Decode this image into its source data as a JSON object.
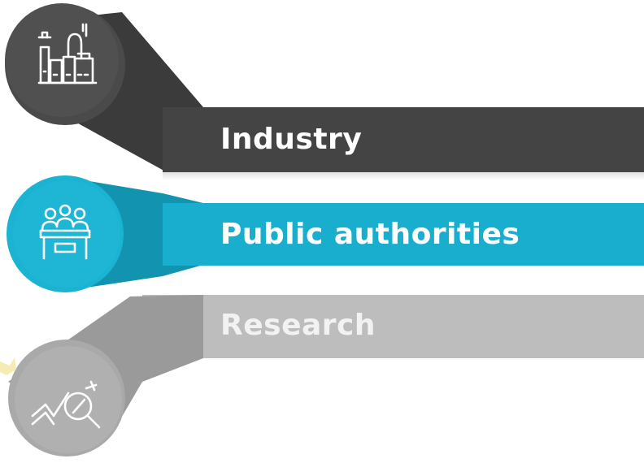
{
  "items": [
    {
      "label": "Industry",
      "icon": "factory-icon",
      "band_color": "#444444",
      "text_color": "#ffffff"
    },
    {
      "label": "Public authorities",
      "icon": "officials-at-desk-icon",
      "band_color": "#19AECD",
      "text_color": "#ffffff"
    },
    {
      "label": "Research",
      "icon": "magnifier-data-icon",
      "band_color": "#BDBDBD",
      "text_color": "#f2f2f2"
    }
  ]
}
